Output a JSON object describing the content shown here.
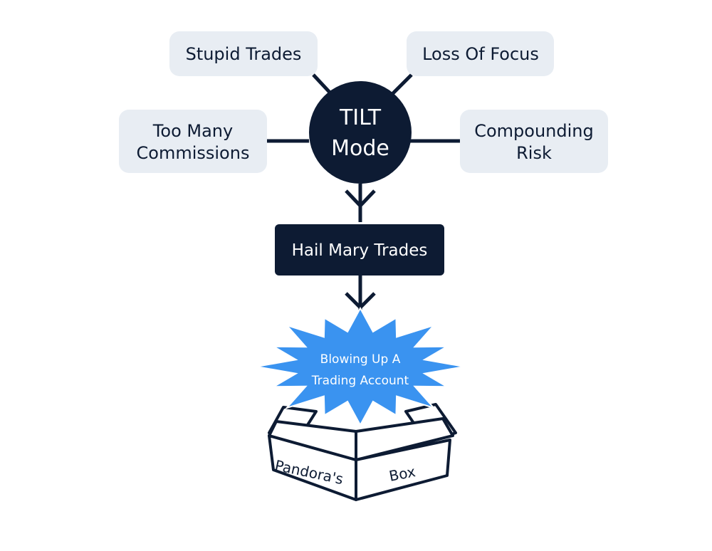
{
  "causes": {
    "stupid_trades": "Stupid Trades",
    "loss_of_focus": "Loss Of Focus",
    "too_many_commissions_line1": "Too Many",
    "too_many_commissions_line2": "Commissions",
    "compounding_risk_line1": "Compounding",
    "compounding_risk_line2": "Risk"
  },
  "center": {
    "line1": "TILT",
    "line2": "Mode"
  },
  "step": {
    "label": "Hail Mary Trades"
  },
  "outcome": {
    "line1": "Blowing Up A",
    "line2": "Trading Account"
  },
  "box": {
    "left_label": "Pandora's",
    "right_label": "Box"
  },
  "colors": {
    "navy": "#0d1b33",
    "pill_bg": "#e8edf3",
    "burst_blue": "#3a93f0",
    "white": "#ffffff"
  }
}
